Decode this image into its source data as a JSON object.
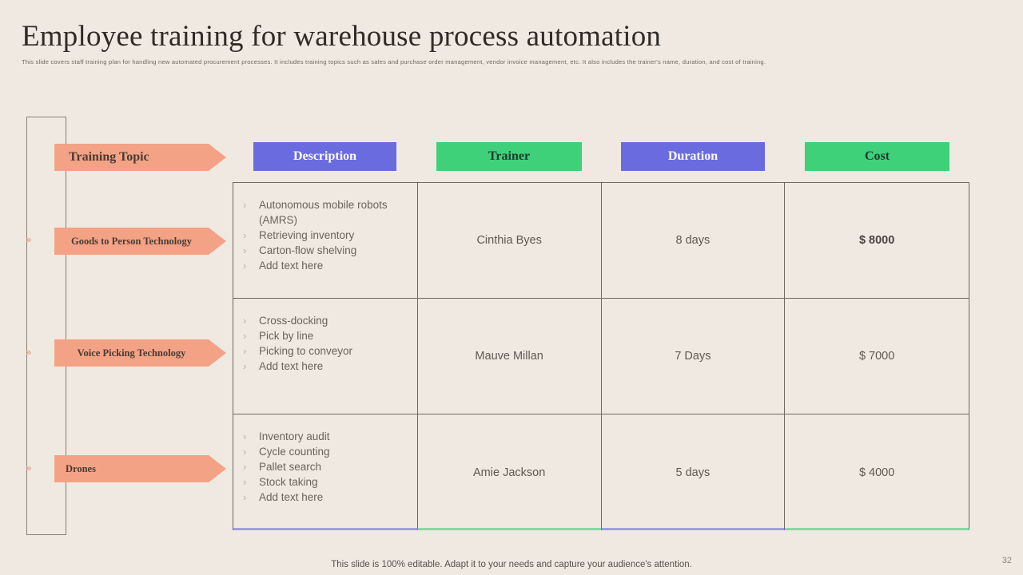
{
  "slide": {
    "title": "Employee training for warehouse process automation",
    "subtitle": "This slide covers staff training plan for handling new automated procurement processes. It includes training topics such as sales and purchase order management, vendor invoice management, etc. It also includes the trainer's name, duration, and cost of training.",
    "footer_note": "This slide is 100% editable. Adapt it to your needs and capture your audience's attention.",
    "page_number": "32"
  },
  "colors": {
    "background": "#f0e9e1",
    "salmon": "#f3a285",
    "salmon_dark": "#e2714b",
    "purple": "#6b6be0",
    "green": "#3ed17a",
    "grid_line": "#6f6760",
    "text_dark": "#4a3a32",
    "text_body": "#6a635c"
  },
  "headers": {
    "topic": {
      "label": "Training Topic",
      "shape": "arrow-banner",
      "fill": "#f3a285",
      "text_color": "#4a3a32"
    },
    "columns": [
      {
        "label": "Description",
        "fill": "#6b6be0",
        "text_color": "#ffffff"
      },
      {
        "label": "Trainer",
        "fill": "#3ed17a",
        "text_color": "#223a2c"
      },
      {
        "label": "Duration",
        "fill": "#6b6be0",
        "text_color": "#ffffff"
      },
      {
        "label": "Cost",
        "fill": "#3ed17a",
        "text_color": "#223a2c"
      }
    ]
  },
  "rows": [
    {
      "topic": "Goods to Person Technology",
      "marker": "double-chevron",
      "description": [
        "Autonomous mobile robots (AMRS)",
        "Retrieving inventory",
        "Carton-flow shelving",
        "Add text here"
      ],
      "trainer": "Cinthia Byes",
      "duration": "8 days",
      "cost": "$ 8000",
      "cost_bold": true
    },
    {
      "topic": "Voice Picking Technology",
      "marker": "double-chevron",
      "description": [
        "Cross-docking",
        "Pick by line",
        "Picking to conveyor",
        "Add text here"
      ],
      "trainer": "Mauve Millan",
      "duration": "7 Days",
      "cost": "$ 7000",
      "cost_bold": false
    },
    {
      "topic": "Drones",
      "marker": "double-chevron",
      "description": [
        "Inventory audit",
        "Cycle counting",
        "Pallet search",
        "Stock taking",
        "Add text here"
      ],
      "trainer": "Amie Jackson",
      "duration": "5 days",
      "cost": "$ 4000",
      "cost_bold": false
    }
  ],
  "glyphs": {
    "bullet_chevron": "›",
    "row_marker": "»"
  }
}
